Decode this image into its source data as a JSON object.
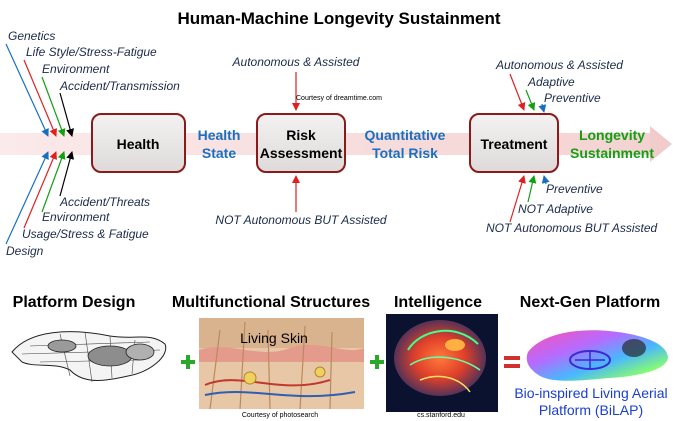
{
  "title": "Human-Machine Longevity Sustainment",
  "colors": {
    "blue": "#1a6fbf",
    "green": "#12a012",
    "red": "#e02020",
    "box_fill": "#e9e6e6",
    "box_border": "#8b1a1a",
    "arrow_band": "#f7dcdc"
  },
  "flow": {
    "health_box": "Health",
    "health_state": [
      "Health",
      "State"
    ],
    "risk_box": [
      "Risk",
      "Assessment"
    ],
    "quant_risk": [
      "Quantitative",
      "Total Risk"
    ],
    "treatment_box": "Treatment",
    "longevity": [
      "Longevity",
      "Sustainment"
    ]
  },
  "inputs_top": [
    "Genetics",
    "Life Style/Stress-Fatigue",
    "Environment",
    "Accident/Transmission"
  ],
  "inputs_bottom": [
    "Accident/Threats",
    "Environment",
    "Usage/Stress & Fatigue",
    "Design"
  ],
  "risk_top": "Autonomous & Assisted",
  "risk_credit": "Courtesy of dreamtime.com",
  "risk_bottom": "NOT Autonomous BUT Assisted",
  "treat_top": [
    "Autonomous & Assisted",
    "Adaptive",
    "Preventive"
  ],
  "treat_bottom": [
    "Preventive",
    "NOT Adaptive",
    "NOT Autonomous BUT Assisted"
  ],
  "bottom_row": {
    "platform_design": "Platform Design",
    "multifunctional": "Multifunctional Structures",
    "intelligence": "Intelligence",
    "next_gen": "Next-Gen Platform",
    "living_skin": "Living Skin",
    "photo_credit": "Courtesy of photosearch",
    "brain_credit": "cs.stanford.edu",
    "bilap": [
      "Bio-inspired Living Aerial",
      "Platform (BiLAP)"
    ]
  }
}
